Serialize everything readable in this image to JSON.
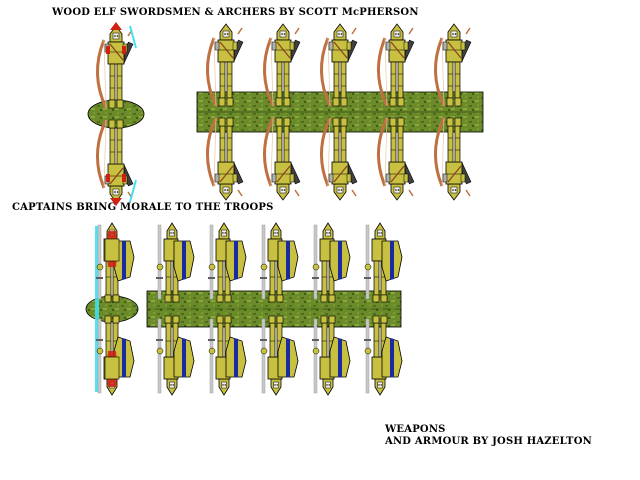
{
  "sheet": {
    "title": "WOOD ELF SWORDSMEN & ARCHERS BY SCOTT McPHERSON",
    "captains_caption": "CAPTAINS BRING MORALE TO THE TROOPS",
    "credit_line1": "WEAPONS",
    "credit_line2": "AND ARMOUR BY JOSH HAZELTON"
  },
  "colors": {
    "armour": "#c8c040",
    "armour_shade": "#8a8420",
    "outline": "#000000",
    "base_green": "#6b8a2a",
    "base_dark": "#4a6a1a",
    "shield_blue": "#1a2aa0",
    "bow": "#c07040",
    "captain_red": "#d02010",
    "cyan_trim": "#40e0f0",
    "sword_grey": "#c8c8c8"
  },
  "archers": {
    "captain_count": 1,
    "trooper_count": 5
  },
  "swordsmen": {
    "captain_count": 1,
    "trooper_count": 5
  }
}
